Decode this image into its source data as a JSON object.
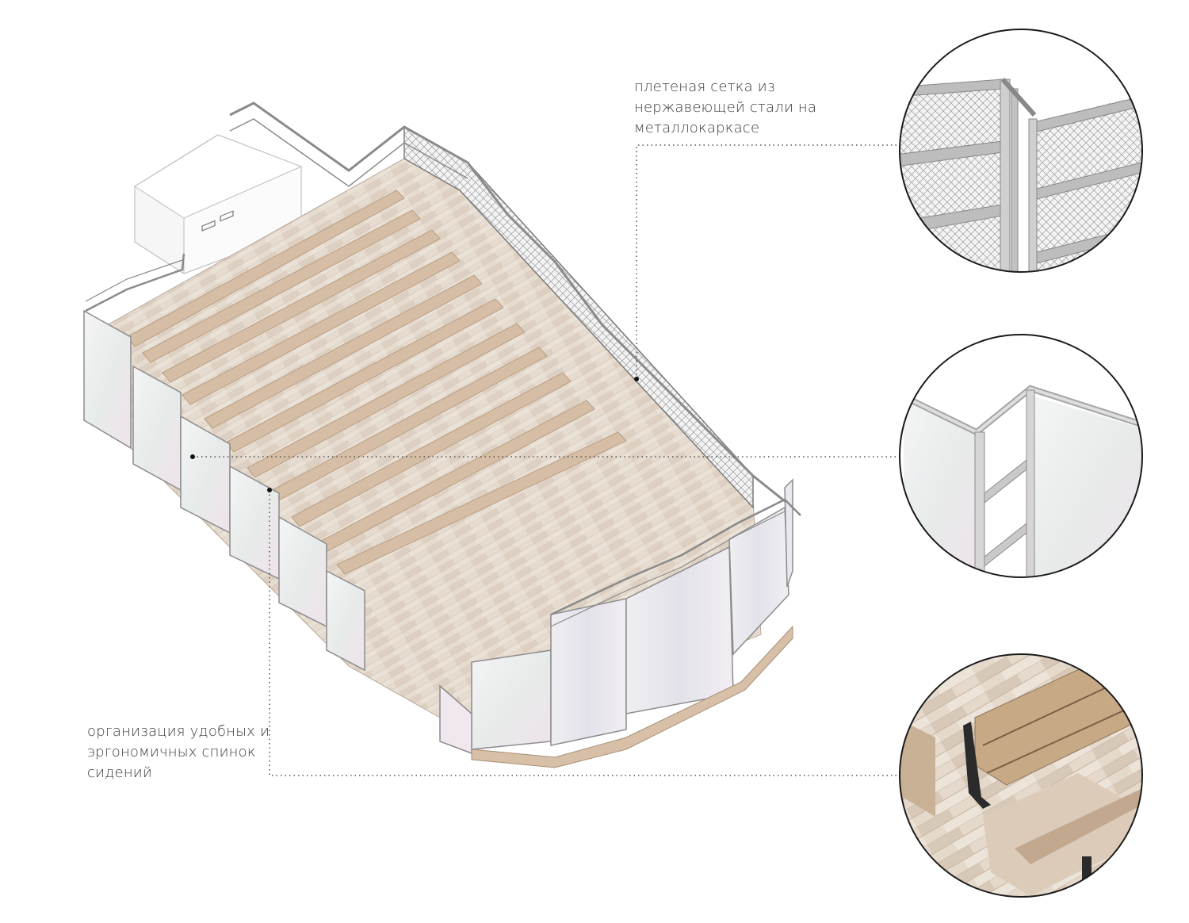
{
  "annotations": {
    "mesh": {
      "lines": [
        "плетеная сетка из",
        "нержавеющей стали на",
        "металлокаркасе"
      ]
    },
    "seat_backs": {
      "lines": [
        "организация удобных и",
        "эргономичных спинок",
        "сидений"
      ]
    }
  },
  "colors": {
    "wood_light": "#e7dcd0",
    "wood_mid": "#d9c8b6",
    "seat_back": "#cdb296",
    "frame_gray": "#8d8d8d",
    "frame_dark": "#4d4d4d",
    "glass": "#eef0f1",
    "glass_tint": "#efe4ee",
    "bench_bracket": "#2b2b2b"
  },
  "icons": {
    "detail_mesh": "mesh-corner-detail",
    "detail_glass": "glass-panel-detail",
    "detail_seat": "seat-back-detail"
  }
}
